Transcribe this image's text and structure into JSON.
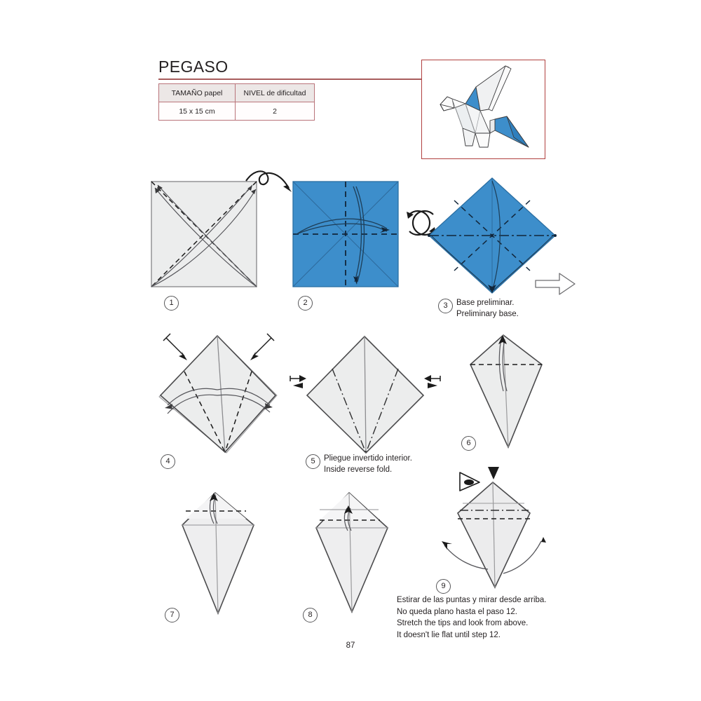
{
  "header": {
    "title": "PEGASO",
    "rule_color": "#a85c5c"
  },
  "info_table": {
    "headers": [
      "TAMAÑO papel",
      "NIVEL de dificultad"
    ],
    "rows": [
      [
        "15 x 15 cm",
        "2"
      ]
    ]
  },
  "photo": {
    "alt": "pegasus-origami-photo",
    "border_color": "#b0403f",
    "paper_light": "#f0eff0",
    "paper_blue": "#3d8ecb"
  },
  "colors": {
    "paper_light": "#ececed",
    "paper_blue": "#3d8ecb",
    "paper_blue_edge": "#2b6fa3",
    "line": "#4b4b4d",
    "line_dark": "#2f2f30",
    "valley_dash": "#1b1b1b"
  },
  "steps": [
    {
      "number": "1",
      "caption_es": "",
      "caption_en": ""
    },
    {
      "number": "2",
      "caption_es": "",
      "caption_en": ""
    },
    {
      "number": "3",
      "caption_es": "Base preliminar.",
      "caption_en": "Preliminary base."
    },
    {
      "number": "4",
      "caption_es": "",
      "caption_en": ""
    },
    {
      "number": "5",
      "caption_es": "Pliegue invertido interior.",
      "caption_en": "Inside reverse fold."
    },
    {
      "number": "6",
      "caption_es": "",
      "caption_en": ""
    },
    {
      "number": "7",
      "caption_es": "",
      "caption_en": ""
    },
    {
      "number": "8",
      "caption_es": "",
      "caption_en": ""
    },
    {
      "number": "9",
      "caption_es": "Estirar de las puntas y mirar desde arriba.\nNo queda plano hasta el paso 12.",
      "caption_en": "Stretch the tips and look from above.\nIt doesn't lie flat until step 12."
    }
  ],
  "captions": {
    "step3": "Base preliminar.\nPreliminary base.",
    "step5": "Pliegue invertido interior.\nInside reverse fold.",
    "step9": "Estirar de las puntas y mirar desde arriba.\nNo queda plano hasta el paso 12.\nStretch the tips and look from above.\nIt doesn't lie flat until step 12."
  },
  "footer": {
    "page_number": "87"
  },
  "icons": {
    "turnover": "turn-over-arrow-icon",
    "rotate": "rotate-arrow-icon",
    "hollow": "hollow-arrow-icon",
    "eye": "eye-look-icon",
    "push": "push-arrow-icon"
  }
}
